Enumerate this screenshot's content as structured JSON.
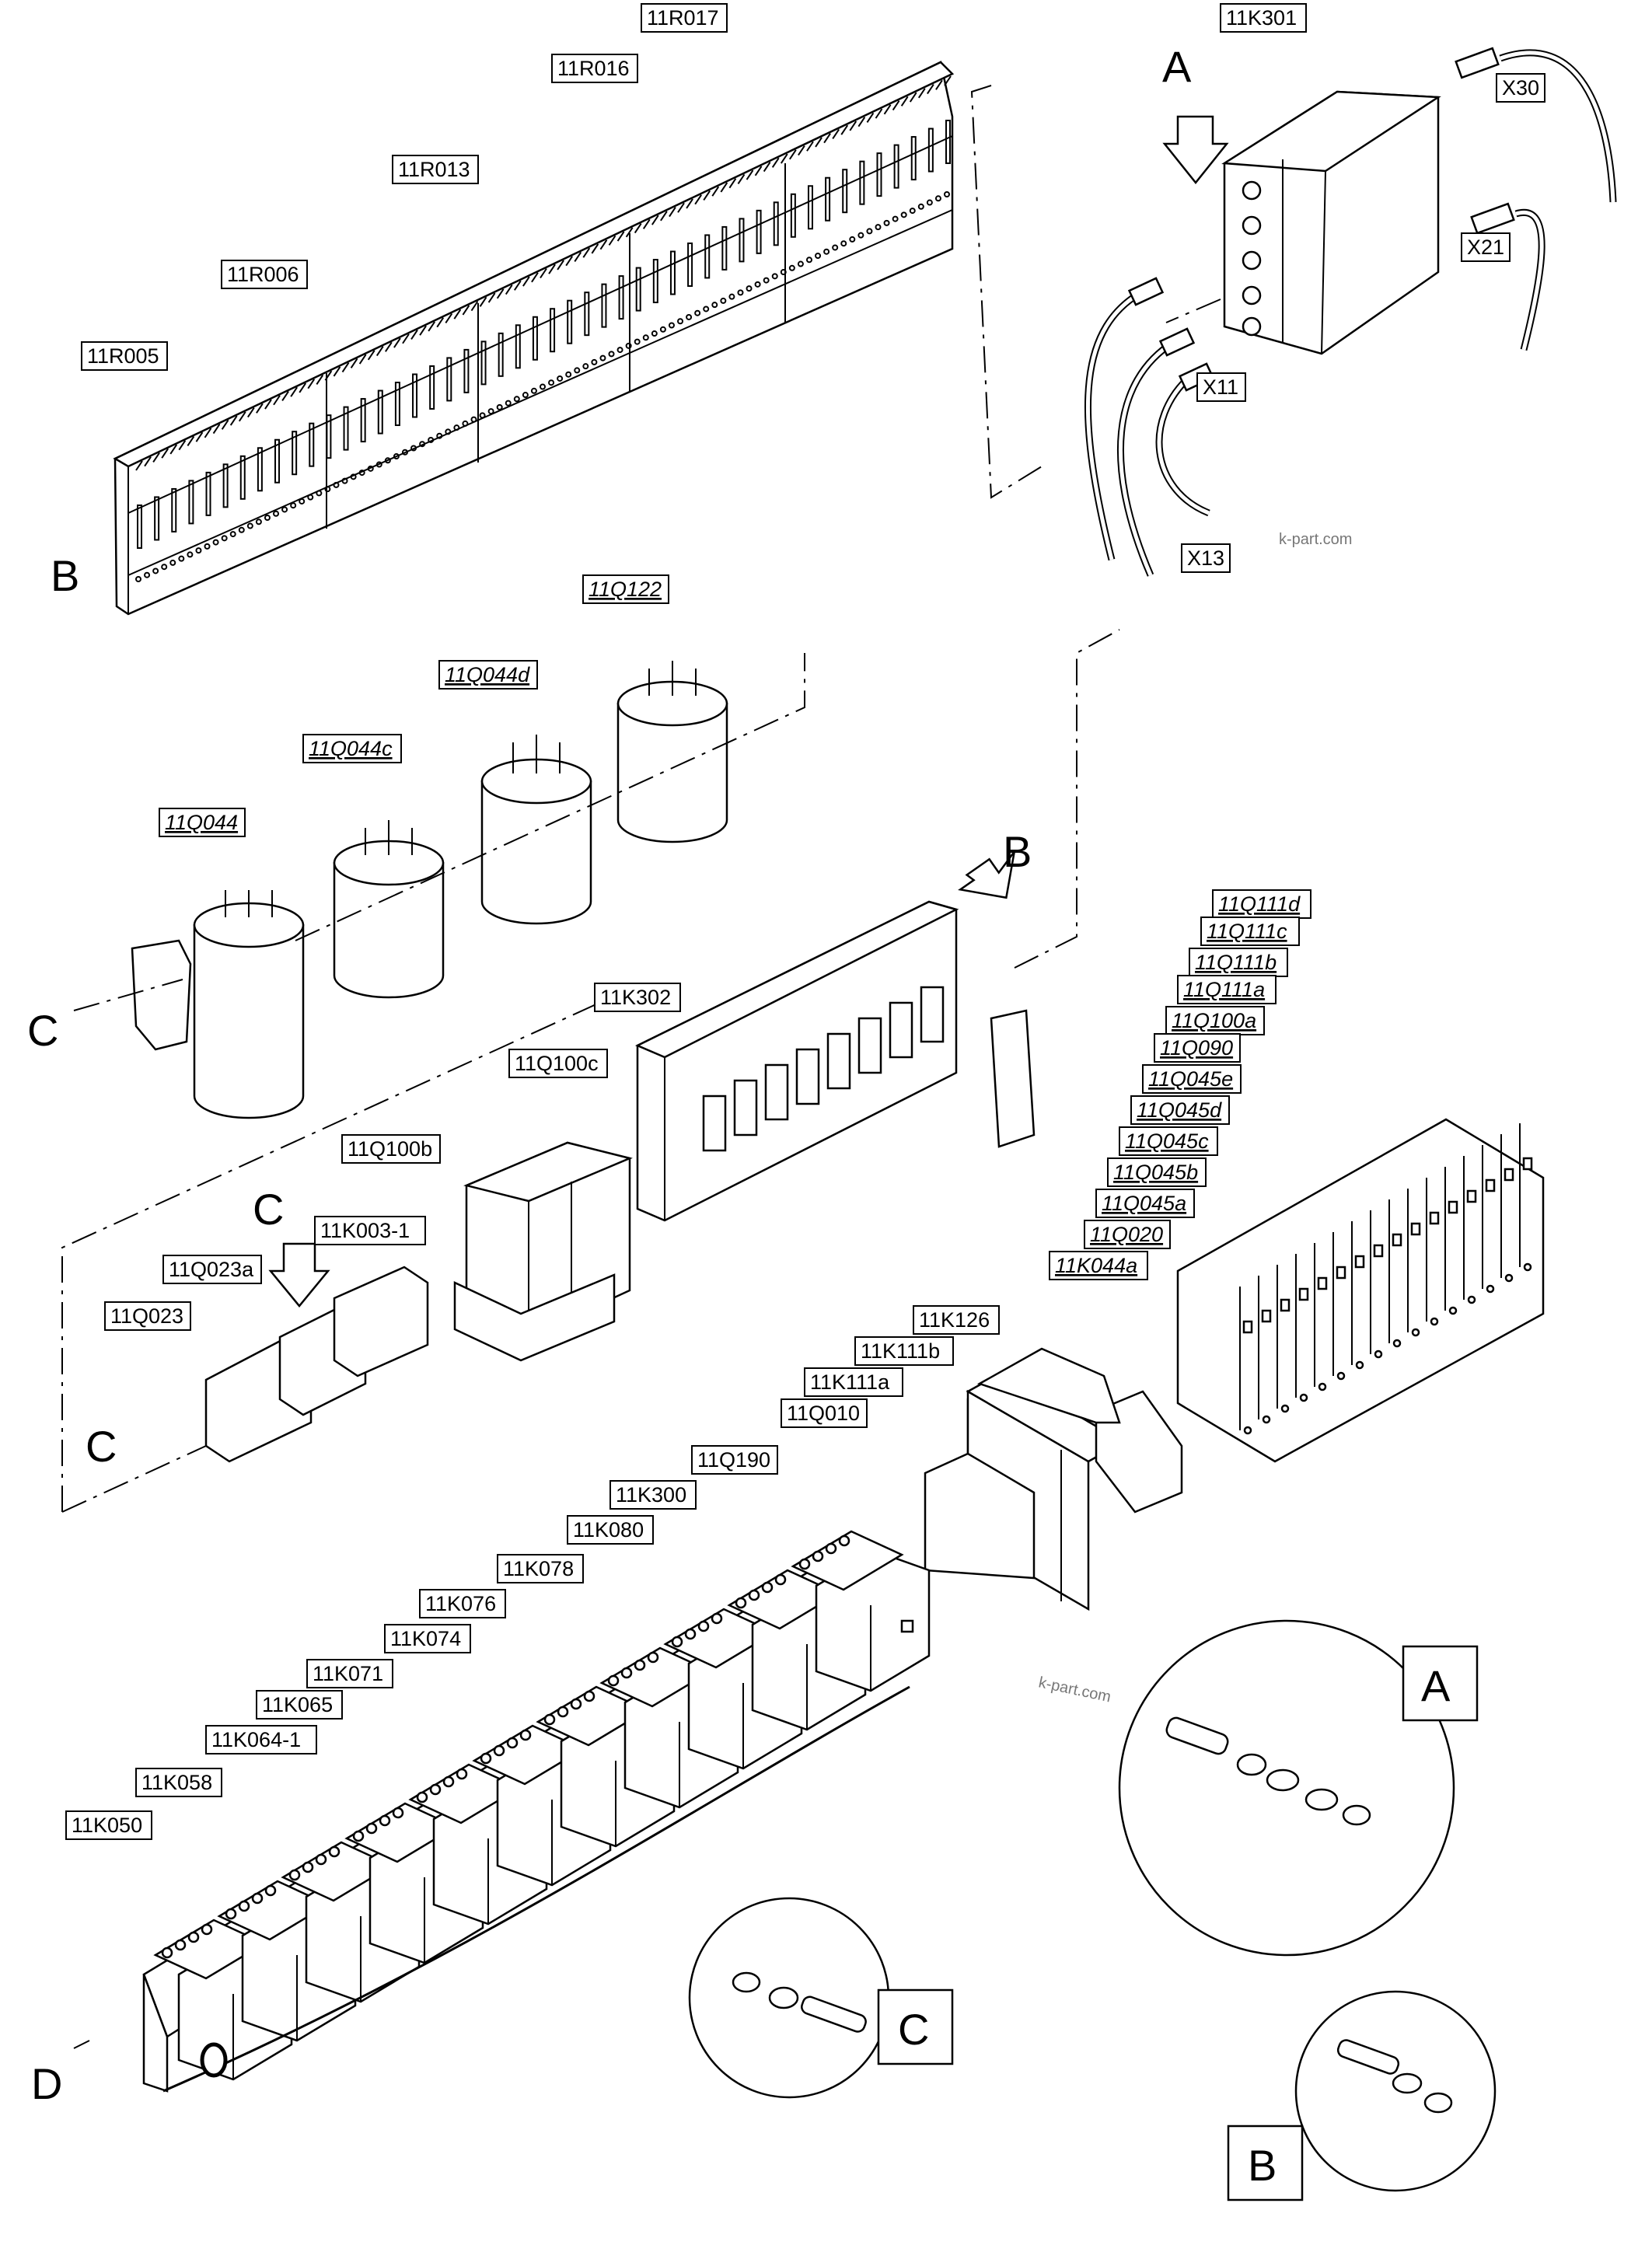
{
  "terminal_strip": {
    "labels": [
      "11R005",
      "11R006",
      "11R013",
      "11R016",
      "11R017"
    ]
  },
  "module_a": {
    "labels": [
      "11K301",
      "X30",
      "X21",
      "X11",
      "X13"
    ]
  },
  "contactors": {
    "labels": [
      "11Q044",
      "11Q044c",
      "11Q044d",
      "11Q122"
    ]
  },
  "relay_board": {
    "labels": [
      "11K302",
      "11Q100c",
      "11Q100b"
    ]
  },
  "small_relays": {
    "labels": [
      "11Q023a",
      "11K003-1",
      "11Q023"
    ]
  },
  "breaker_stack": {
    "labels": [
      "11Q111d",
      "11Q111c",
      "11Q111b",
      "11Q111a",
      "11Q100a",
      "11Q090",
      "11Q045e",
      "11Q045d",
      "11Q045c",
      "11Q045b",
      "11Q045a",
      "11Q020",
      "11K044a"
    ]
  },
  "mid_group": {
    "labels": [
      "11K126",
      "11K111b",
      "11K111a",
      "11Q010"
    ]
  },
  "relay_row": {
    "labels": [
      "11Q190",
      "11K300",
      "11K080",
      "11K078",
      "11K076",
      "11K074",
      "11K071",
      "11K065",
      "11K064-1",
      "11K058",
      "11K050"
    ]
  },
  "view_letters": {
    "a_arrow": "A",
    "b_arrow": "B",
    "c_arrow": "C",
    "b_left": "B",
    "c_left": "C",
    "c_left2": "C",
    "d_left": "D",
    "a_detail": "A",
    "b_detail": "B",
    "c_detail": "C"
  },
  "watermark": "k-part.com"
}
